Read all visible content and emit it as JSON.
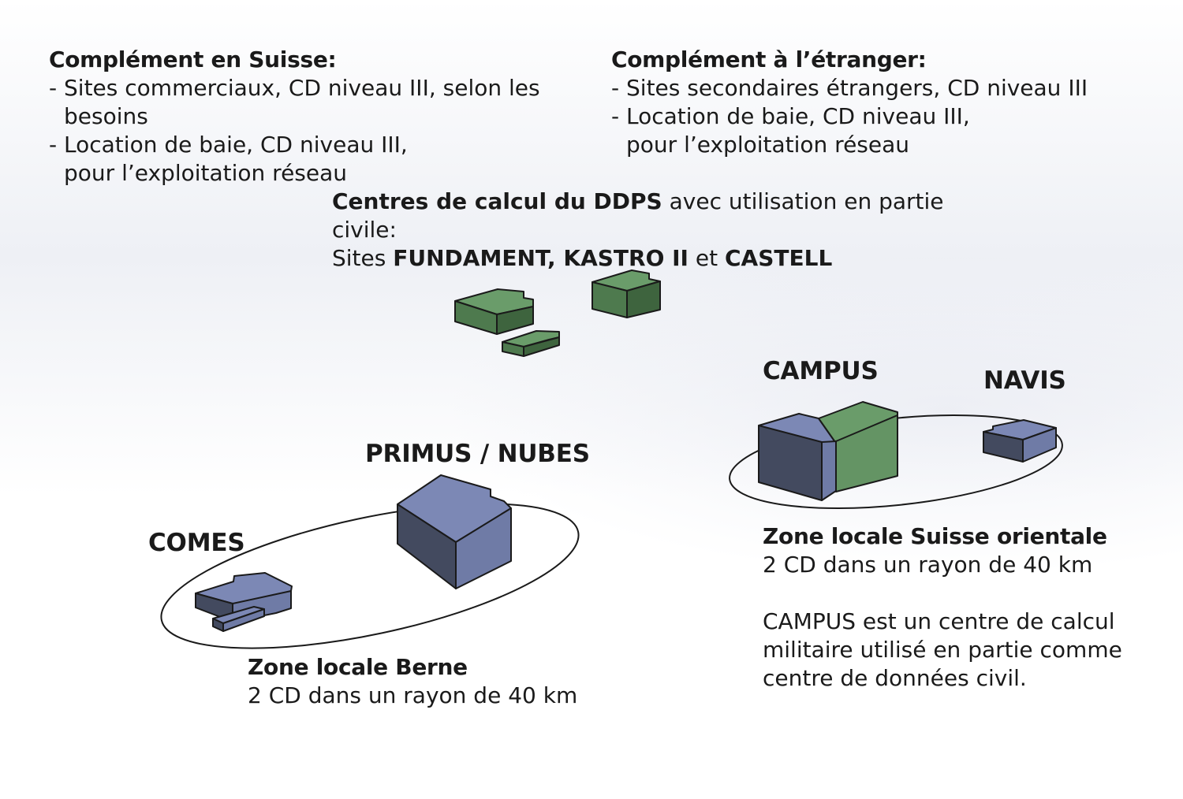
{
  "top_left": {
    "title": "Complément en Suisse:",
    "items": [
      "Sites commerciaux, CD niveau III, selon les besoins",
      "Location de baie, CD niveau III, pour l’exploitation réseau"
    ]
  },
  "top_right": {
    "title": "Complément à l’étranger:",
    "items": [
      "Sites secondaires étrangers, CD niveau III",
      "Location de baie, CD niveau III, pour l’exploitation réseau"
    ]
  },
  "ddps": {
    "line1_bold": "Centres de calcul du DDPS",
    "line1_rest": " avec utilisation en partie civile:",
    "line2_prefix": "Sites ",
    "site_a": "FUNDAMENT, KASTRO II",
    "joiner": " et ",
    "site_b": "CASTELL"
  },
  "labels": {
    "campus": "CAMPUS",
    "navis": "NAVIS",
    "primus": "PRIMUS / NUBES",
    "comes": "COMES"
  },
  "zone_bern": {
    "title": "Zone locale Berne",
    "desc": "2 CD dans un rayon de 40 km"
  },
  "zone_east": {
    "title": "Zone locale Suisse orientale",
    "desc": "2 CD dans un rayon de 40 km",
    "note_lines": [
      "CAMPUS est un centre de calcul",
      "militaire utilisé en partie comme",
      "centre de données civil."
    ]
  },
  "colors": {
    "civil_blue": "#7a88b8",
    "military_green": "#659565",
    "outline": "#1a1a1a"
  }
}
